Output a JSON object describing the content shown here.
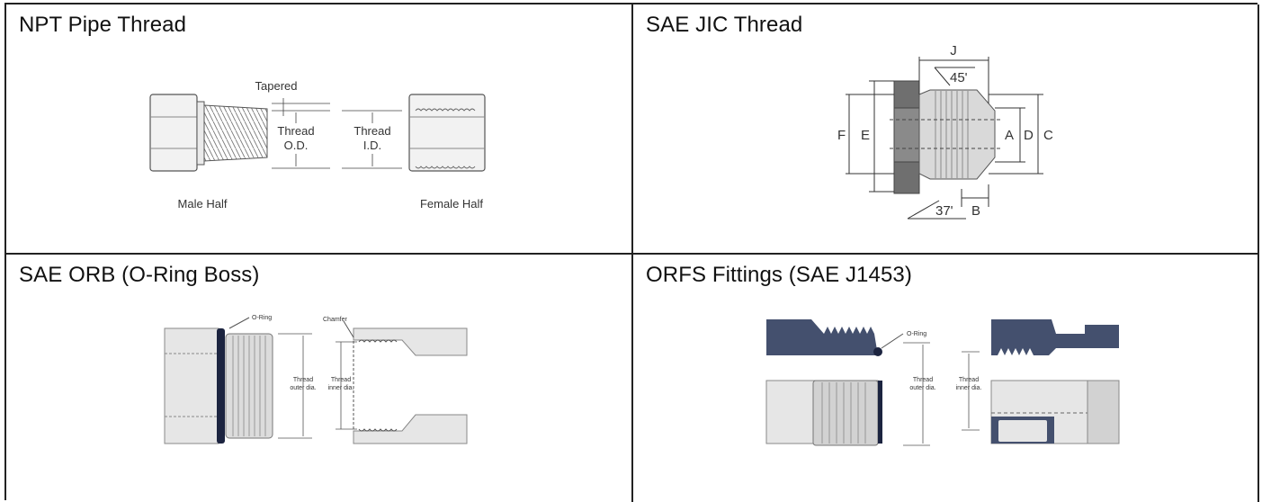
{
  "cells": [
    {
      "title": "NPT Pipe Thread",
      "labels": {
        "tapered": "Tapered",
        "thread_od_1": "Thread",
        "thread_od_2": "O.D.",
        "thread_id_1": "Thread",
        "thread_id_2": "I.D.",
        "male_half": "Male Half",
        "female_half": "Female Half"
      }
    },
    {
      "title": "SAE JIC Thread",
      "labels": {
        "J": "J",
        "angle_45": "45'",
        "angle_37": "37'",
        "A": "A",
        "B": "B",
        "C": "C",
        "D": "D",
        "E": "E",
        "F": "F"
      }
    },
    {
      "title": "SAE ORB (O-Ring Boss)",
      "labels": {
        "o_ring": "O-Ring",
        "chamfer": "Chamfer",
        "thread_outer_1": "Thread",
        "thread_outer_2": "outer dia.",
        "thread_inner_1": "Thread",
        "thread_inner_2": "inner dia."
      }
    },
    {
      "title": "ORFS Fittings (SAE J1453)",
      "labels": {
        "o_ring": "O-Ring",
        "thread_outer_1": "Thread",
        "thread_outer_2": "outer dia.",
        "thread_inner_1": "Thread",
        "thread_inner_2": "inner dia."
      }
    }
  ],
  "colors": {
    "border": "#222222",
    "fitting_fill": "#e6e6e6",
    "hex_dark": "#6f6f6f",
    "orfs_blue": "#44506e",
    "oring_dark": "#1c2440"
  }
}
